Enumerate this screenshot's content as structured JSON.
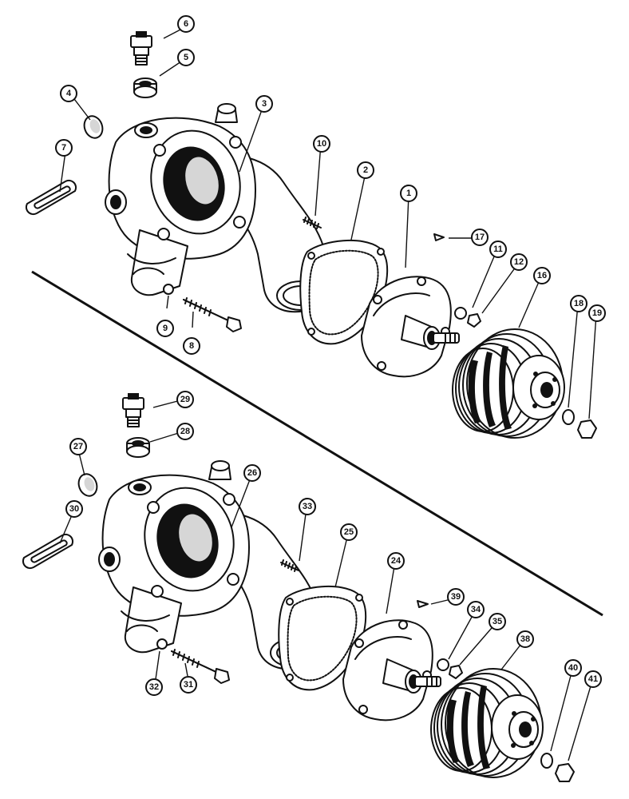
{
  "callouts": [
    "1",
    "2",
    "3",
    "4",
    "5",
    "6",
    "7",
    "8",
    "9",
    "10",
    "11",
    "12",
    "16",
    "17",
    "18",
    "19",
    "24",
    "25",
    "26",
    "27",
    "28",
    "29",
    "30",
    "31",
    "32",
    "33",
    "34",
    "35",
    "38",
    "39",
    "40",
    "41"
  ]
}
